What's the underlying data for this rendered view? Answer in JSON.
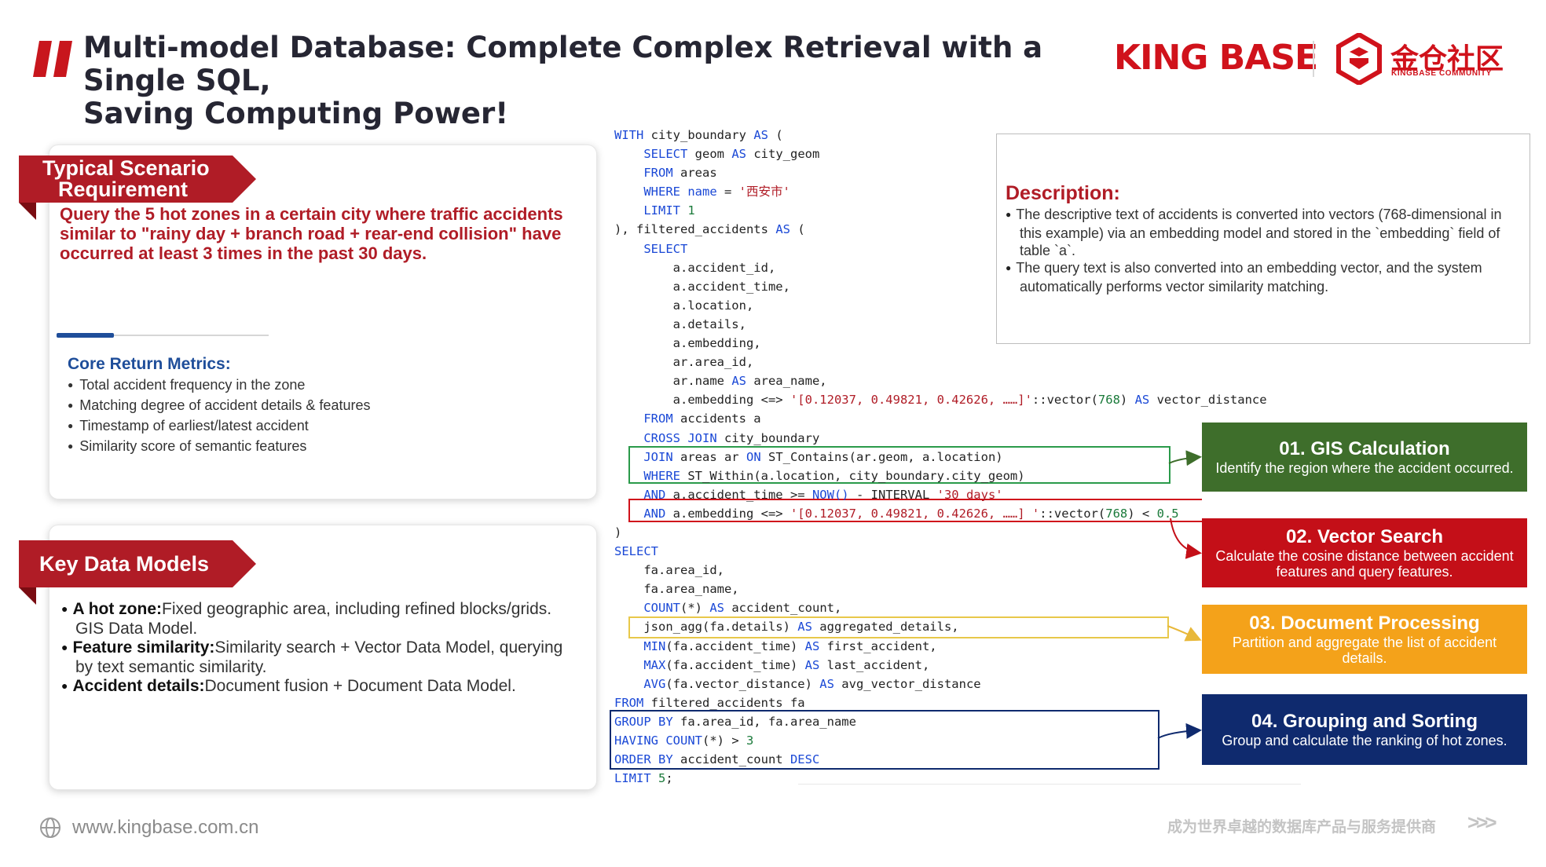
{
  "header": {
    "title_line1": "Multi-model Database: Complete Complex Retrieval with a Single SQL,",
    "title_line2": "Saving Computing Power!",
    "brand_name": "KING BASE",
    "brand_cn": "金仓社区",
    "brand_en": "KINGBASE COMMUNITY"
  },
  "scenario": {
    "ribbon_line1": "Typical Scenario",
    "ribbon_line2": "Requirement",
    "requirement": "Query the 5 hot zones in a certain city where traffic accidents similar to \"rainy day + branch road + rear-end collision\" have occurred at least 3 times in the past 30 days.",
    "progress": 0.27,
    "metrics_title": "Core Return Metrics:",
    "metrics": [
      "Total accident frequency in the zone",
      "Matching degree of accident details & features",
      "Timestamp of earliest/latest accident",
      "Similarity score of semantic features"
    ]
  },
  "models": {
    "ribbon": "Key Data Models",
    "items": [
      {
        "term": "A hot zone:",
        "desc": "Fixed geographic area, including refined blocks/grids. GIS Data Model."
      },
      {
        "term": "Feature similarity:",
        "desc": "Similarity search + Vector Data Model, querying by text semantic similarity."
      },
      {
        "term": "Accident details:",
        "desc": "Document fusion + Document Data Model."
      }
    ]
  },
  "description": {
    "title": "Description:",
    "items": [
      "The descriptive text of accidents is converted into vectors (768-dimensional in this example) via an embedding model and stored in the `embedding` field of table `a`.",
      "The query text is also converted into an embedding vector, and the system automatically performs vector similarity matching."
    ]
  },
  "steps": [
    {
      "title": "01. GIS Calculation",
      "desc": "Identify the region where the accident occurred.",
      "color": "#3e6e2b"
    },
    {
      "title": "02. Vector Search",
      "desc": "Calculate the cosine distance between accident features and query features.",
      "color": "#c40f18"
    },
    {
      "title": "03. Document Processing",
      "desc": "Partition and aggregate the list of accident details.",
      "color": "#f4a21a"
    },
    {
      "title": "04. Grouping and Sorting",
      "desc": "Group and calculate the ranking of hot zones.",
      "color": "#0f2a6e"
    }
  ],
  "code": {
    "l1_kw": "WITH",
    "l1_t": " city_boundary ",
    "l1_kw2": "AS",
    "l1_t2": " (",
    "l2_kw": "SELECT",
    "l2_t": " geom ",
    "l2_kw2": "AS",
    "l2_t2": " city_geom",
    "l3_kw": "FROM",
    "l3_t": " areas",
    "l4_kw": "WHERE",
    "l4_kw2": "name",
    "l4_t": " = ",
    "l4_s": "'西安市'",
    "l5_kw": "LIMIT",
    "l5_n": "1",
    "l6_t": "), filtered_accidents ",
    "l6_kw": "AS",
    "l6_t2": " (",
    "l7_kw": "SELECT",
    "l8": "a.accident_id,",
    "l9": "a.accident_time,",
    "l10": "a.location,",
    "l11": "a.details,",
    "l12": "a.embedding,",
    "l13": "ar.area_id,",
    "l14_t": "ar.name ",
    "l14_kw": "AS",
    "l14_t2": " area_name,",
    "l15_t": "a.embedding <=> ",
    "l15_s": "'[0.12037, 0.49821, 0.42626, ……]'",
    "l15_t2": "::vector(",
    "l15_n": "768",
    "l15_t3": ") ",
    "l15_kw": "AS",
    "l15_t4": " vector_distance",
    "l16_kw": "FROM",
    "l16_t": " accidents a",
    "l17_kw": "CROSS JOIN",
    "l17_t": " city_boundary",
    "l18_kw": "JOIN",
    "l18_t": " areas ar ",
    "l18_kw2": "ON",
    "l18_t2": " ST_Contains(ar.geom, a.location)",
    "l19_kw": "WHERE",
    "l19_t": " ST_Within(a.location, city_boundary.city_geom)",
    "l20_kw": "AND",
    "l20_t": " a.accident_time >= ",
    "l20_kw2": "NOW()",
    "l20_t2": " - INTERVAL ",
    "l20_s": "'30 days'",
    "l21_kw": "AND",
    "l21_t": " a.embedding <=> ",
    "l21_s": "'[0.12037, 0.49821, 0.42626, ……] '",
    "l21_t2": "::vector(",
    "l21_n": "768",
    "l21_t3": ") < ",
    "l21_n2": "0.5",
    "l22": ")",
    "l23_kw": "SELECT",
    "l24": "fa.area_id,",
    "l25": "fa.area_name,",
    "l26_kw": "COUNT",
    "l26_t": "(*) ",
    "l26_kw2": "AS",
    "l26_t2": " accident_count,",
    "l27_t": "json_agg(fa.details) ",
    "l27_kw": "AS",
    "l27_t2": " aggregated_details,",
    "l28_kw": "MIN",
    "l28_t": "(fa.accident_time) ",
    "l28_kw2": "AS",
    "l28_t2": " first_accident,",
    "l29_kw": "MAX",
    "l29_t": "(fa.accident_time) ",
    "l29_kw2": "AS",
    "l29_t2": " last_accident,",
    "l30_kw": "AVG",
    "l30_t": "(fa.vector_distance) ",
    "l30_kw2": "AS",
    "l30_t2": " avg_vector_distance",
    "l31_kw": "FROM",
    "l31_t": " filtered_accidents fa",
    "l32_kw": "GROUP BY",
    "l32_t": " fa.area_id, fa.area_name",
    "l33_kw": "HAVING",
    "l33_kw2": "COUNT",
    "l33_t": "(*) > ",
    "l33_n": "3",
    "l34_kw": "ORDER BY",
    "l34_t": " accident_count ",
    "l34_kw2": "DESC",
    "l35_kw": "LIMIT",
    "l35_n": "5",
    "l35_t": ";"
  },
  "footer": {
    "url": "www.kingbase.com.cn",
    "slogan": "成为世界卓越的数据库产品与服务提供商",
    "chevrons": ">>>"
  }
}
